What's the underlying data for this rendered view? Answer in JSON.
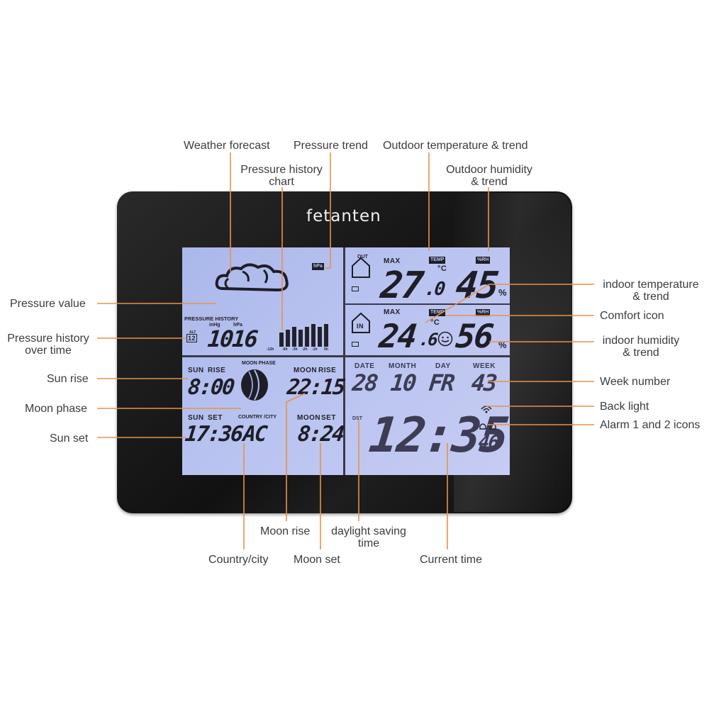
{
  "brand": "fetanten",
  "callouts": {
    "weather_forecast": "Weather forecast",
    "pressure_trend": "Pressure trend",
    "pressure_history_chart_1": "Pressure history",
    "pressure_history_chart_2": "chart",
    "outdoor_temp_trend": "Outdoor temperature & trend",
    "outdoor_humidity_1": "Outdoor humidity",
    "outdoor_humidity_2": "& trend",
    "indoor_temp_1": "indoor temperature",
    "indoor_temp_2": "& trend",
    "comfort_icon": "Comfort icon",
    "indoor_humidity_1": "indoor humidity",
    "indoor_humidity_2": "& trend",
    "week_number": "Week number",
    "back_light": "Back light",
    "alarm_icons": "Alarm 1 and 2 icons",
    "pressure_value": "Pressure value",
    "pressure_history_time_1": "Pressure history",
    "pressure_history_time_2": "over time",
    "sun_rise": "Sun rise",
    "moon_phase": "Moon phase",
    "sun_set": "Sun set",
    "moon_rise": "Moon rise",
    "dst_1": "daylight saving",
    "dst_2": "time",
    "country_city": "Country/city",
    "moon_set": "Moon set",
    "current_time": "Current time"
  },
  "lcd": {
    "hpa_tag": "hPa",
    "pressure_history_label": "PRESSURE HISTORY",
    "inhg": "inHg",
    "hpa": "hPa",
    "alt_label": "ALT",
    "alt_value": "12",
    "pressure_value": "1016",
    "chart_hours": [
      "-12h",
      "-6h",
      "-3h",
      "-2h",
      "-1h",
      "0h"
    ],
    "sun_rise_labels": [
      "SUN",
      "RISE"
    ],
    "sun_rise_time": "8:00",
    "moon_phase_label": "MOON  PHASE",
    "moon_rise_labels": [
      "MOON",
      "RISE"
    ],
    "moon_rise_time": "22:15",
    "sun_set_labels": [
      "SUN",
      "SET"
    ],
    "sun_set_time": "17:36",
    "country_city_label": "COUNTRY /CITY",
    "country_code": "AC",
    "moon_set_labels": [
      "MOON",
      "SET"
    ],
    "moon_set_time": "8:24",
    "out_label": "OUT",
    "max_label": "MAX",
    "temp_tag": "TEMP",
    "rh_tag": "%RH",
    "outdoor_temp_main": "27",
    "outdoor_temp_dec": ".0",
    "outdoor_humidity": "45",
    "in_label": "IN",
    "indoor_temp_main": "24",
    "indoor_temp_dec": ".6",
    "indoor_humidity": "56",
    "celsius": "°C",
    "percent": "%",
    "date_labels": [
      "DATE",
      "MONTH",
      "DAY",
      "WEEK"
    ],
    "date": "28",
    "month": "10",
    "day": "FR",
    "week": "43",
    "dst_label": "DST",
    "time": "12:35",
    "seconds": "46"
  },
  "colors": {
    "leader": "#e8924a",
    "lcd": "#b4bff0",
    "device": "#151515"
  }
}
